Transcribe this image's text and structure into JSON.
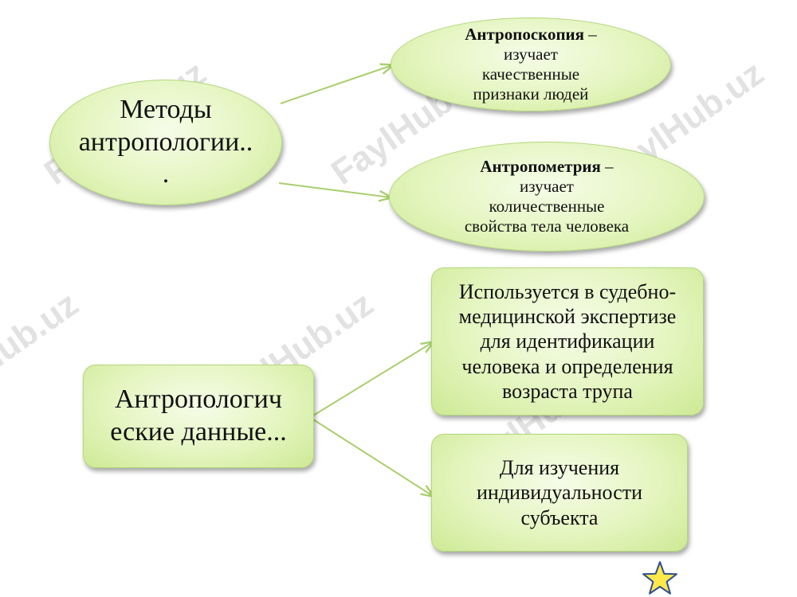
{
  "diagram": {
    "methods": {
      "title": "Методы\nантропологии..\n.",
      "antroposkopiya": {
        "term": "Антропоскопия",
        "desc": " –\nизучает\nкачественные\nпризнаки людей"
      },
      "antropometriya": {
        "term": "Антропометрия",
        "desc": " –\nизучает\nколичественные\nсвойства тела человека"
      }
    },
    "data": {
      "title": "Антропологич\nеские данные...",
      "use_forensic": "Используется в судебно-\nмедицинской экспертизе\nдля идентификации\nчеловека и определения\nвозраста трупа",
      "use_individual": "Для изучения\nиндивидуальности\nсубъекта"
    }
  },
  "watermark": "FaylHub.uz",
  "colors": {
    "node_fill": "#e4f5bf",
    "node_border": "#b4d77a",
    "connector": "#a9cf6e",
    "star_fill": "#ffe94a",
    "star_stroke": "#2e4d8f"
  },
  "icons": {
    "star": "star-icon"
  }
}
